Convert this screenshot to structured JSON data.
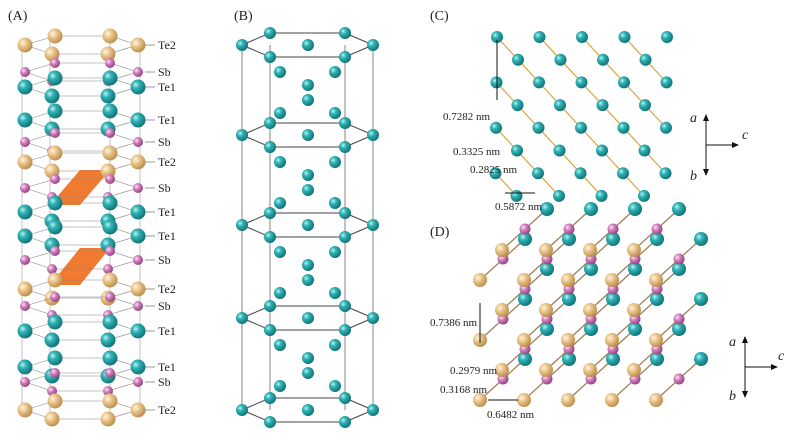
{
  "panels": {
    "A": {
      "label": "(A)",
      "layers": [
        "Te2",
        "Sb",
        "Te1",
        "Te1",
        "Sb",
        "Te2",
        "Sb",
        "Te1",
        "Te1",
        "Sb",
        "Te2",
        "Sb",
        "Te1",
        "Te1",
        "Sb",
        "Te2"
      ]
    },
    "B": {
      "label": "(B)"
    },
    "C": {
      "label": "(C)",
      "dims": [
        "0.7282 nm",
        "0.3325 nm",
        "0.2825 nm",
        "0.5872 nm"
      ],
      "axes": {
        "up": "a",
        "right": "c",
        "down": "b"
      }
    },
    "D": {
      "label": "(D)",
      "dims": [
        "0.7386 nm",
        "0.2979 nm",
        "0.3168 nm",
        "0.6482 nm"
      ],
      "axes": {
        "up": "a",
        "right": "c",
        "down": "b"
      }
    }
  },
  "colors": {
    "Te": "#2aa5a8",
    "Sb": "#d27fbc",
    "Te2": "#e9c487",
    "bond": "#d9a640",
    "line": "#555555",
    "plane": "#f07a30"
  }
}
